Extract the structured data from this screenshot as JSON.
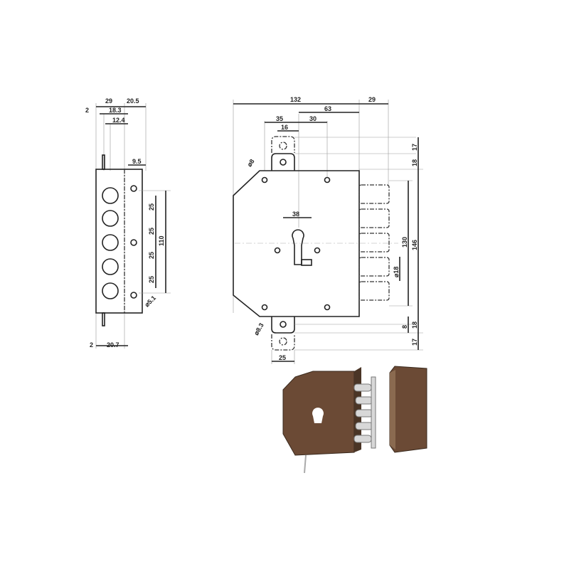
{
  "side_view": {
    "dims": {
      "w29": "29",
      "w20_5": "20.5",
      "w2": "2",
      "w18_3": "18.3",
      "w12_4": "12.4",
      "w9_5": "9.5",
      "p1": "25",
      "p2": "25",
      "p3": "25",
      "p4": "25",
      "h110": "110",
      "d5_1": "⌀5.1",
      "b2": "2",
      "b20_7": "20.7"
    }
  },
  "front_view": {
    "dims": {
      "w132": "132",
      "w29": "29",
      "w35": "35",
      "w63": "63",
      "w16": "16",
      "w30": "30",
      "w38": "38",
      "d8": "⌀8",
      "d8_3": "⌀8.3",
      "h17a": "17",
      "h18a": "18",
      "h130": "130",
      "h146": "146",
      "d18": "⌀18",
      "h8": "8",
      "h18b": "18",
      "h17b": "17",
      "w25": "25"
    }
  },
  "colors": {
    "lock_body": "#6b4a35",
    "bolts": "#d8d8d8"
  }
}
